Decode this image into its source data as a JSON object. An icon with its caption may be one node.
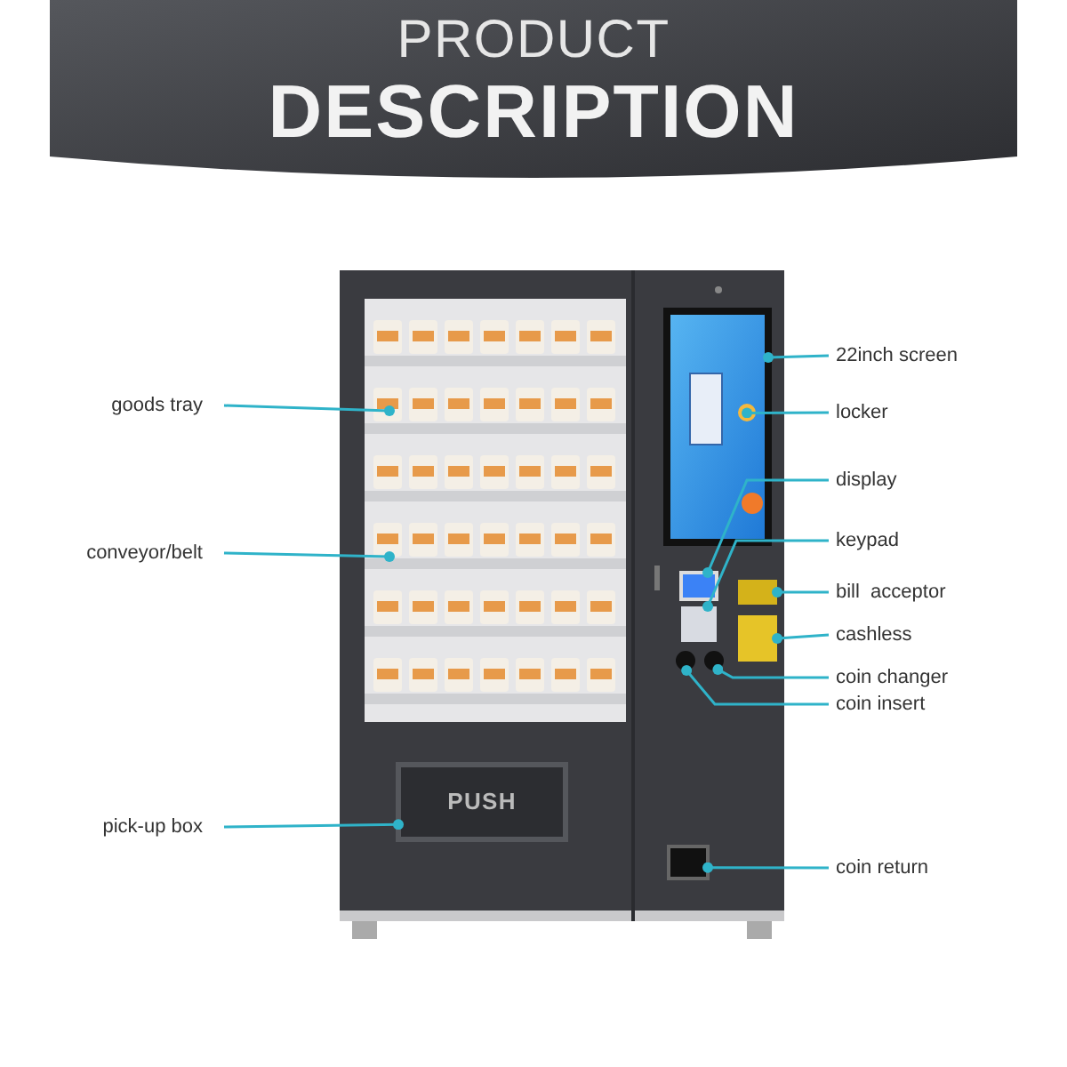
{
  "diagram": {
    "title": "PRODUCT DESCRIPTION",
    "nodes": [
      {
        "text": [
          "goods tray"
        ]
      },
      {
        "text": [
          "conveyor/belt"
        ]
      },
      {
        "text": [
          "PUSH"
        ]
      },
      {
        "text": [
          "pick-up box"
        ]
      },
      {
        "text": [],
        "shape": "box"
      },
      {
        "text": [
          "22inch screen"
        ]
      },
      {
        "text": [
          "locker"
        ]
      },
      {
        "text": [
          "display"
        ]
      },
      {
        "text": [
          "keypad"
        ]
      },
      {
        "text": [],
        "shape": "box"
      },
      {
        "text": [],
        "shape": "box"
      },
      {
        "text": [],
        "shape": "box"
      },
      {
        "text": [
          "bill  acceptor"
        ]
      },
      {
        "text": [],
        "shape": "box"
      },
      {
        "text": [
          "cashless"
        ]
      },
      {
        "text": [],
        "shape": "circle"
      },
      {
        "text": [],
        "shape": "circle"
      },
      {
        "text": [
          "coin changer"
        ]
      },
      {
        "text": [
          "coin insert"
        ]
      },
      {
        "text": [],
        "shape": "box"
      },
      {
        "text": [
          "coin return"
        ]
      }
    ],
    "edges": [
      {
        "from": 0,
        "to": null,
        "arrow": "other"
      },
      {
        "from": 1,
        "to": null,
        "arrow": "other"
      },
      {
        "from": 3,
        "to": 2,
        "arrow": "other"
      },
      {
        "from": 5,
        "to": 4,
        "arrow": "other"
      },
      {
        "from": 6,
        "to": 4,
        "arrow": "other"
      },
      {
        "from": 7,
        "to": 9,
        "arrow": "other"
      },
      {
        "from": 8,
        "to": 10,
        "arrow": "other"
      },
      {
        "from": 12,
        "to": 11,
        "arrow": "other"
      },
      {
        "from": 14,
        "to": 13,
        "arrow": "other"
      },
      {
        "from": 17,
        "to": 16,
        "arrow": "other"
      },
      {
        "from": 18,
        "to": 15,
        "arrow": "other"
      },
      {
        "from": 20,
        "to": 19,
        "arrow": "other"
      }
    ]
  }
}
